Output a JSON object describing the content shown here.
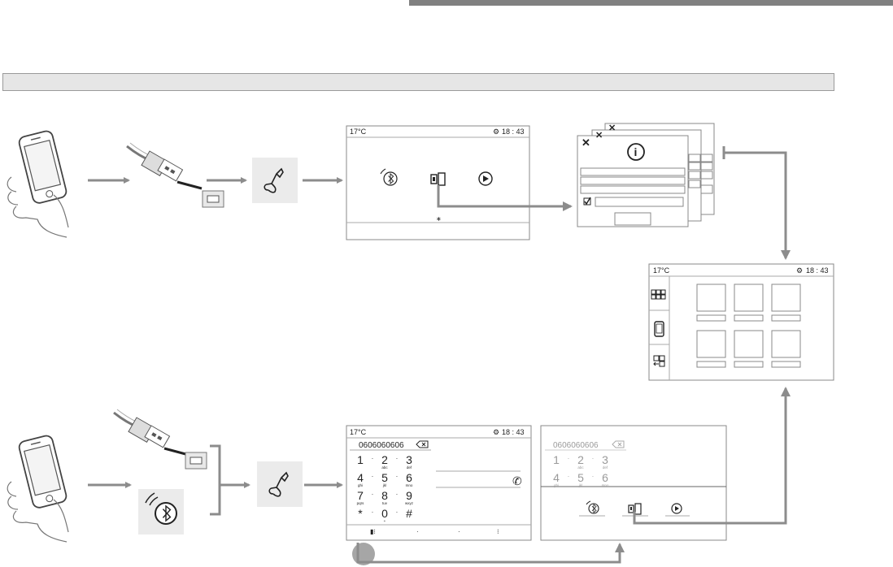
{
  "screen_top": {
    "temp": "17°C",
    "time": "18 : 43"
  },
  "screen_menu": {
    "temp": "17°C",
    "time": "18 : 43"
  },
  "screen_dialer": {
    "temp": "17°C",
    "time": "18 : 43",
    "number": "0606060606",
    "keys": [
      {
        "digit": "1",
        "letters": ""
      },
      {
        "digit": "2",
        "letters": "abc"
      },
      {
        "digit": "3",
        "letters": "def"
      },
      {
        "digit": "4",
        "letters": "ghi"
      },
      {
        "digit": "5",
        "letters": "jkl"
      },
      {
        "digit": "6",
        "letters": "mno"
      },
      {
        "digit": "7",
        "letters": "pqrs"
      },
      {
        "digit": "8",
        "letters": "tuv"
      },
      {
        "digit": "9",
        "letters": "wxyz"
      },
      {
        "digit": "*",
        "letters": ""
      },
      {
        "digit": "0",
        "letters": "+"
      },
      {
        "digit": "#",
        "letters": ""
      }
    ]
  },
  "screen_dialer_dim": {
    "number": "0606060606",
    "keys": [
      {
        "digit": "1",
        "letters": ""
      },
      {
        "digit": "2",
        "letters": "abc"
      },
      {
        "digit": "3",
        "letters": "def"
      },
      {
        "digit": "4",
        "letters": "ghi"
      },
      {
        "digit": "5",
        "letters": "jkl"
      },
      {
        "digit": "6",
        "letters": "mno"
      }
    ]
  },
  "icons": [
    "smartphone-icon",
    "usb-plug-icon",
    "usb-port-icon",
    "phone-handset-icon",
    "bluetooth-icon",
    "mirror-screen-icon",
    "play-icon",
    "info-icon",
    "close-icon",
    "checkbox-icon",
    "grid-apps-icon",
    "mobile-icon",
    "connect-icon",
    "backspace-icon"
  ],
  "colors": {
    "arrow": "#8c8c8c",
    "frame": "#888888",
    "banner": "#e6e6e6",
    "icon_bg": "#ebebeb"
  }
}
